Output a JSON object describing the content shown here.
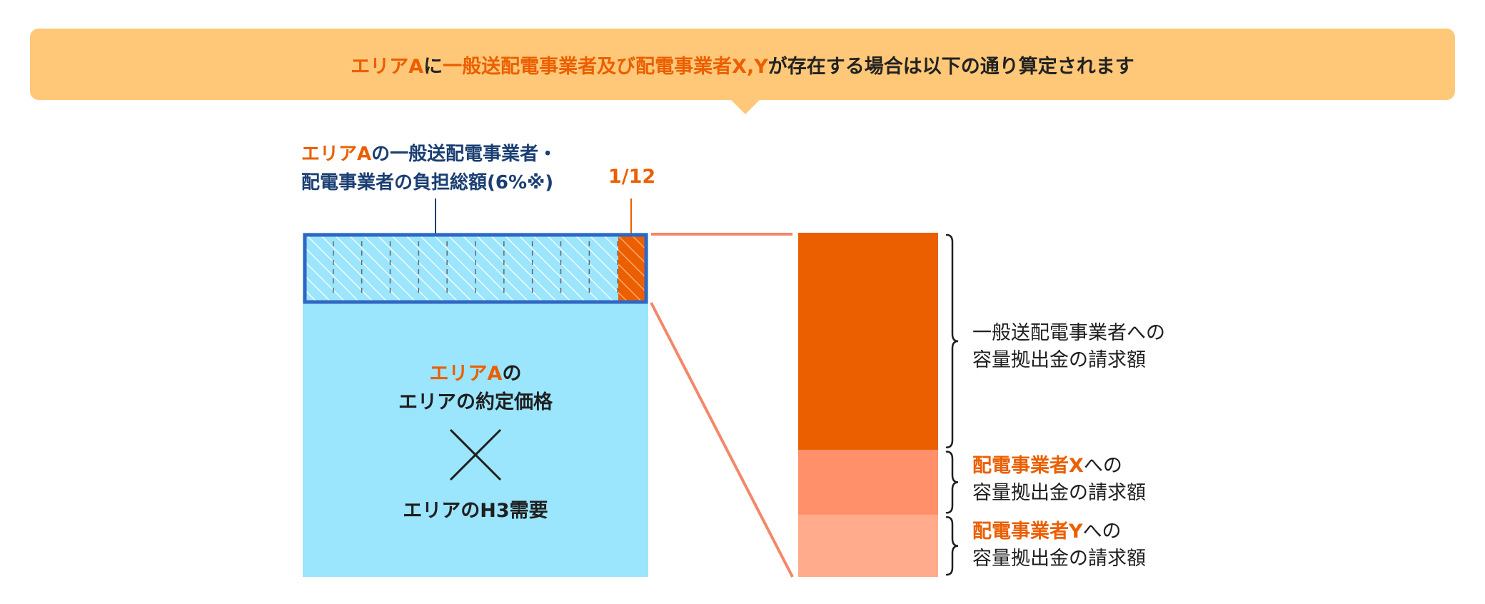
{
  "header": {
    "text_1": "エリアA",
    "text_2": "に",
    "text_3": "一般送配電事業者及び配電事業者X,Y",
    "text_4": "が存在する場合は以下の通り算定されます"
  },
  "total_label": {
    "part_1": "エリアA",
    "part_2": "の一般送配電事業者・",
    "line_2": "配電事業者の負担総額(6%※)"
  },
  "share_label": "1/12",
  "area_box": {
    "line_1_area": "エリアA",
    "line_1_suffix": "の",
    "line_2": "エリアの約定価格",
    "line_3": "エリアのH3需要"
  },
  "breakdown": [
    {
      "name": "",
      "name_suffix": "一般送配電事業者への",
      "line_2": "容量拠出金の請求額",
      "share": 0.63,
      "color": "#eb5f00"
    },
    {
      "name": "配電事業者X",
      "name_suffix": "への",
      "line_2": "容量拠出金の請求額",
      "share": 0.19,
      "color": "#ff906a"
    },
    {
      "name": "配電事業者Y",
      "name_suffix": "への",
      "line_2": "容量拠出金の請求額",
      "share": 0.18,
      "color": "#ffab8c"
    }
  ],
  "colors": {
    "banner": "#ffc878",
    "accent": "#eb5f00",
    "area_fill": "#9be5fd",
    "total_border": "#2f67c2"
  },
  "segments": {
    "count": 12,
    "highlighted": 1
  }
}
